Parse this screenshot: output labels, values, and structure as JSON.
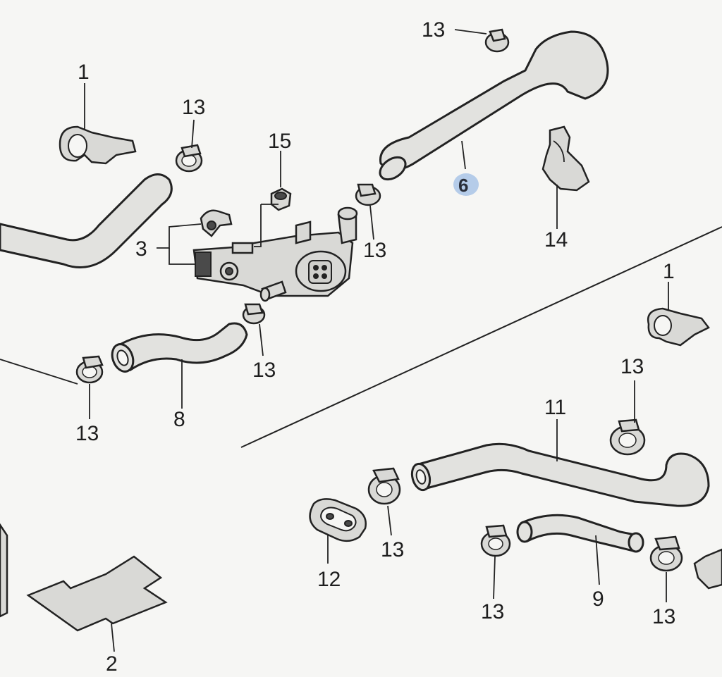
{
  "diagram": {
    "callouts": [
      {
        "id": "c13a",
        "text": "13"
      },
      {
        "id": "c1a",
        "text": "1"
      },
      {
        "id": "c13b",
        "text": "13"
      },
      {
        "id": "c15",
        "text": "15"
      },
      {
        "id": "c6",
        "text": "6"
      },
      {
        "id": "c3",
        "text": "3"
      },
      {
        "id": "c13c",
        "text": "13"
      },
      {
        "id": "c14",
        "text": "14"
      },
      {
        "id": "c1b",
        "text": "1"
      },
      {
        "id": "c13d",
        "text": "13"
      },
      {
        "id": "c13e",
        "text": "13"
      },
      {
        "id": "c8",
        "text": "8"
      },
      {
        "id": "c13f",
        "text": "13"
      },
      {
        "id": "c11",
        "text": "11"
      },
      {
        "id": "c13g",
        "text": "13"
      },
      {
        "id": "c12",
        "text": "12"
      },
      {
        "id": "c13h",
        "text": "13"
      },
      {
        "id": "c9",
        "text": "9"
      },
      {
        "id": "c13i",
        "text": "13"
      },
      {
        "id": "c2",
        "text": "2"
      }
    ],
    "highlight_color": "#7fa9e0"
  }
}
